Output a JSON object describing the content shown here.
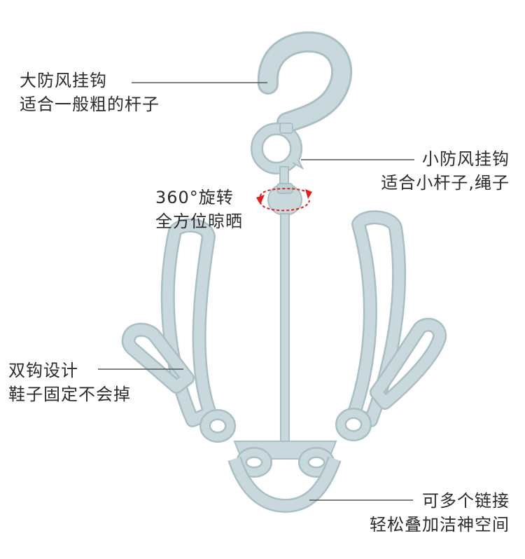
{
  "colors": {
    "hanger_fill": "#c9d8dc",
    "hanger_edge": "#a9bfc4",
    "leader_line": "#555555",
    "rotation_arrow": "#e02020"
  },
  "labels": {
    "big_hook": {
      "line1": "大防风挂钩",
      "line2": "适合一般粗的杆子"
    },
    "small_hook": {
      "line1": "小防风挂钩",
      "line2": "适合小杆子,绳子"
    },
    "rotation": {
      "line1": "360°旋转",
      "line2": "全方位晾晒"
    },
    "double_hook": {
      "line1": "双钩设计",
      "line2": "鞋子固定不会掉"
    },
    "chain": {
      "line1": "可多个链接",
      "line2": "轻松叠加洁神空间"
    }
  }
}
